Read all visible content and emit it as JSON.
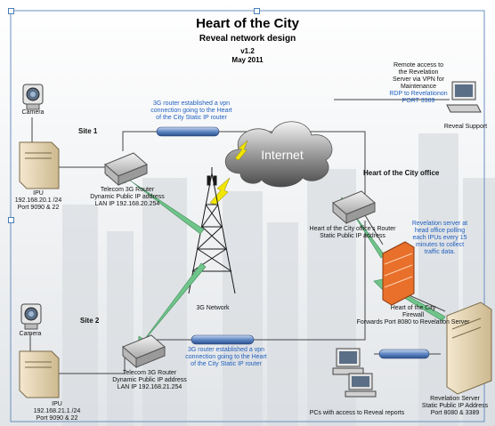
{
  "header": {
    "title": "Heart of the City",
    "subtitle": "Reveal network design",
    "version": "v1.2",
    "date": "May 2011"
  },
  "sites": {
    "site1": "Site 1",
    "site2": "Site 2",
    "office": "Heart of the City office"
  },
  "labels": {
    "camera1": "Camera",
    "camera2": "Camera",
    "ipu1": "IPU\n192.168.20.1 /24\nPort 9090 & 22",
    "ipu2": "IPU\n192.168.21.1 /24\nPort 9090 & 22",
    "router1": "Telecom 3G Router\nDynamic Public IP address\nLAN IP 192.168.20.254",
    "router2": "Telecom 3G Router\nDynamic Public IP address\nLAN IP 192.168.21.254",
    "office_router": "Heart of the City office's Router\nStatic Public IP address",
    "firewall": "Heart of the City\nFirewall\nForwards Port 8080 to Revelation Server",
    "network_3g": "3G Network",
    "internet": "Internet",
    "vpn1": "3G router established  a vpn\nconnection going to the Heart\nof the City Static IP router",
    "vpn2": "3G router established a vpn\nconnection going to the Heart\nof the City Static IP router",
    "remote_access_1": "Remote access to\nthe Revelation\nServer via VPN for\nMaintenance",
    "remote_access_2": "RDP to Revelationon\nPORT 3389",
    "reveal_support": "Reveal Support",
    "polling_note": "Revelation server at\nhead office polling\neach IPUs every 15\nminutes to collect\ntraffic data.",
    "server": "Revelation Server\nStatic Public IP Address\nPort 8080 & 3389",
    "pcs": "PCs with access to Reveal reports"
  },
  "colors": {
    "link_blue": "#1f5fbf",
    "arrow_green": "#6fc48a",
    "firewall_orange": "#e8702a",
    "bolt_yellow": "#f2e600"
  }
}
